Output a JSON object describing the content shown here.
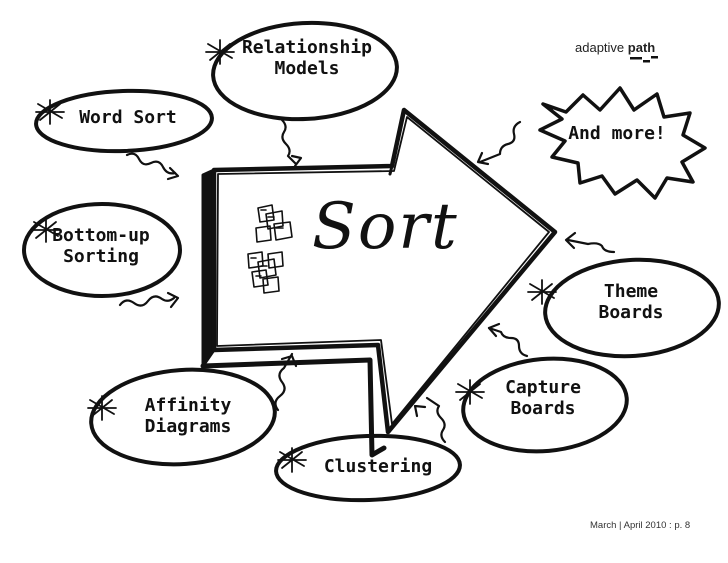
{
  "branding": {
    "logo_prefix": "adaptive",
    "logo_suffix": "path"
  },
  "center": {
    "title": "Sort"
  },
  "nodes": {
    "relationship_models": [
      "Relationship",
      "Models"
    ],
    "word_sort": [
      "Word Sort"
    ],
    "bottom_up_sorting": [
      "Bottom-up",
      "Sorting"
    ],
    "affinity_diagrams": [
      "Affinity",
      "Diagrams"
    ],
    "clustering": [
      "Clustering"
    ],
    "capture_boards": [
      "Capture",
      "Boards"
    ],
    "theme_boards": [
      "Theme",
      "Boards"
    ],
    "and_more": [
      "And more!"
    ]
  },
  "footer": {
    "text": "March | April 2010 : p. 8"
  },
  "colors": {
    "ink": "#111111",
    "background": "#ffffff"
  }
}
